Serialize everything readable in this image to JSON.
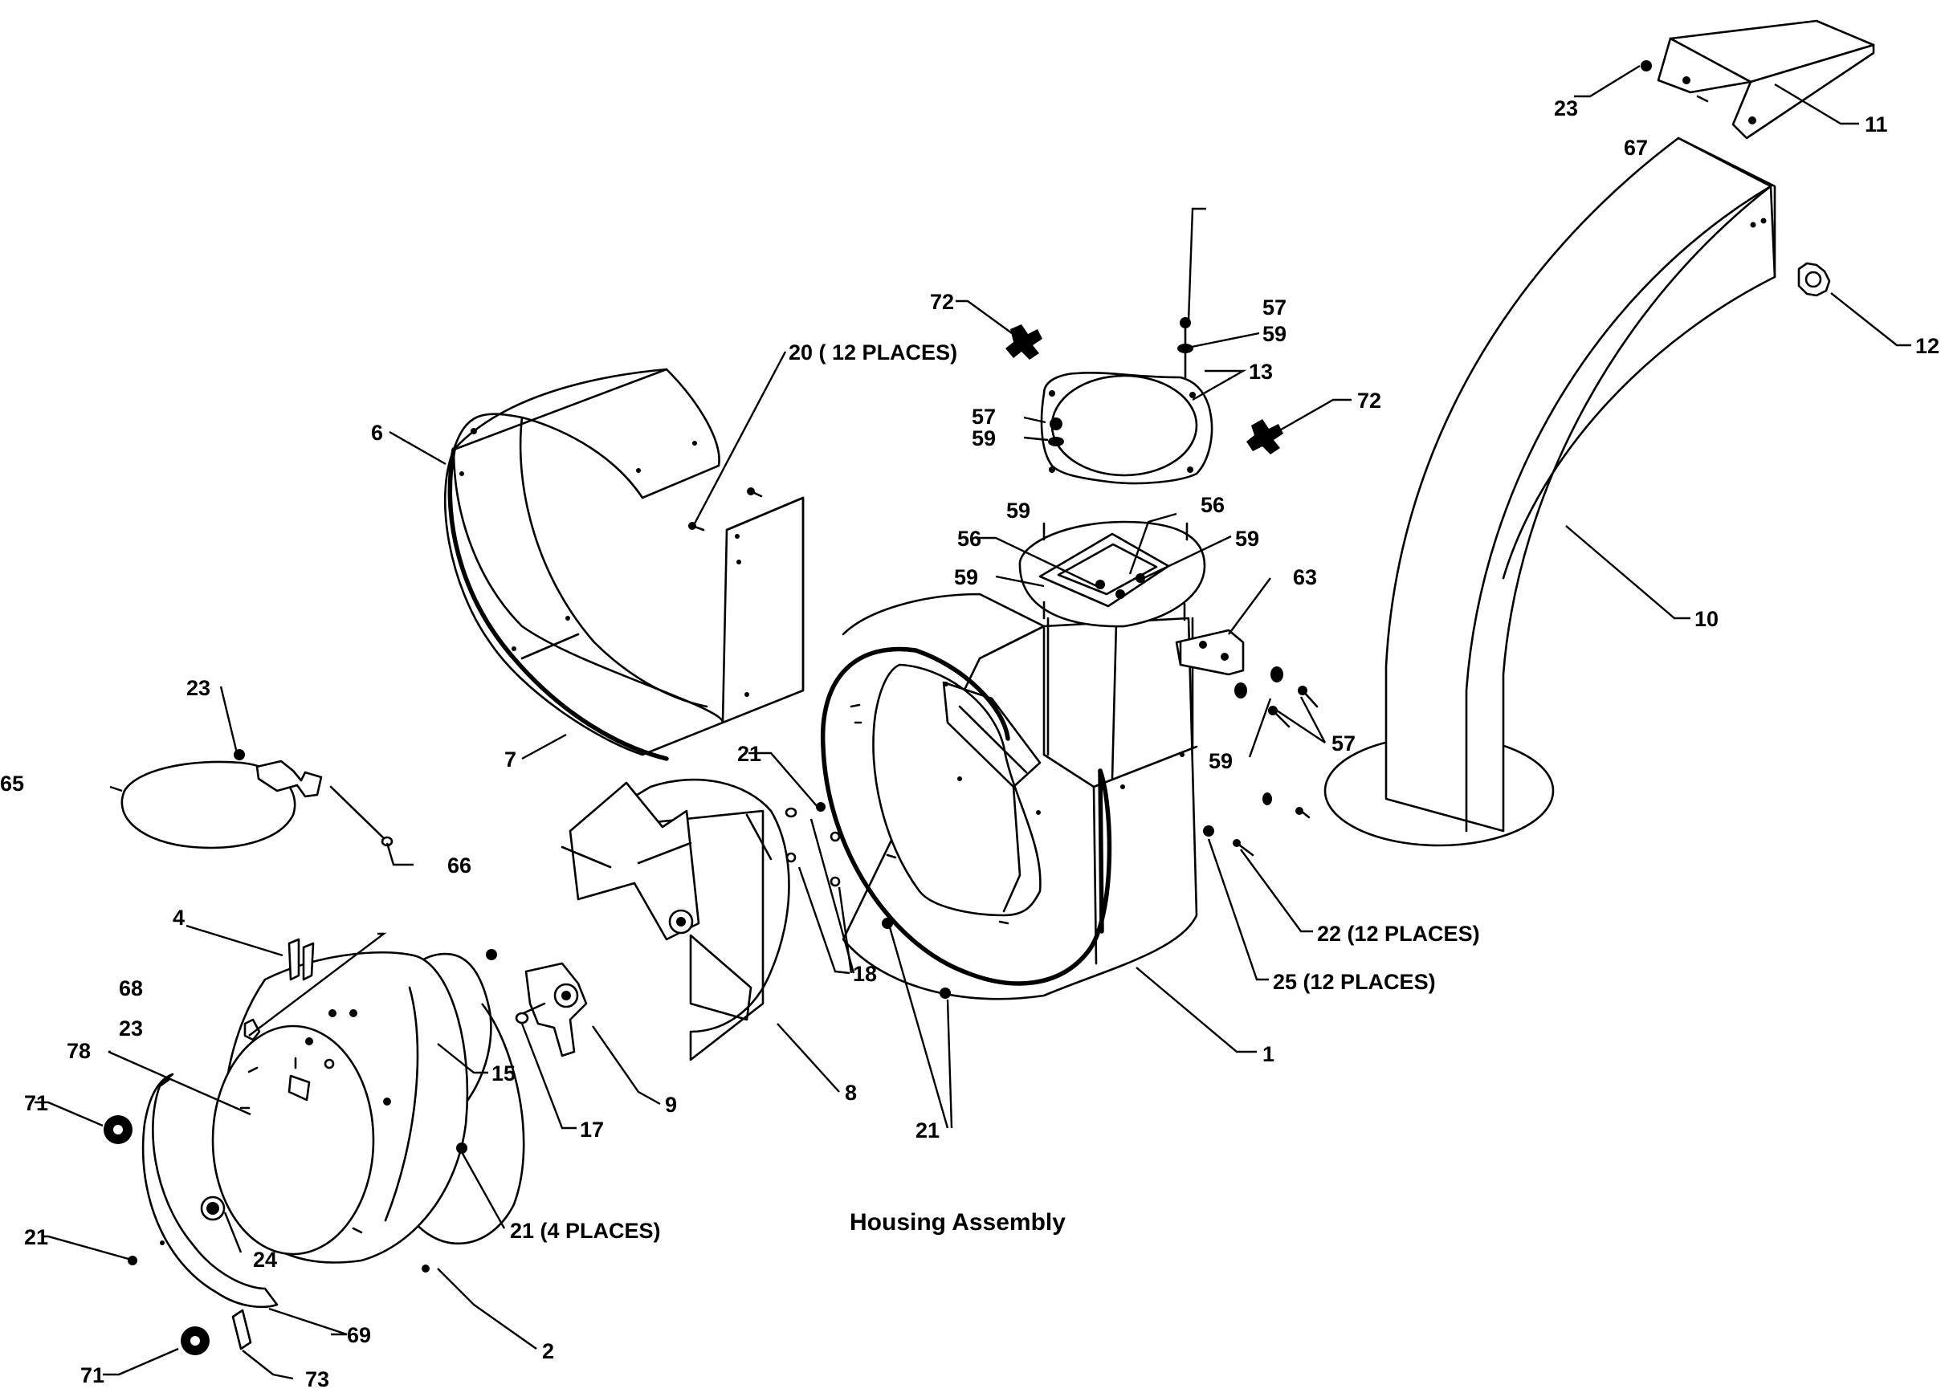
{
  "title": "Housing Assembly",
  "callouts": {
    "c1": "1",
    "c2": "2",
    "c4": "4",
    "c6": "6",
    "c7": "7",
    "c8": "8",
    "c9": "9",
    "c10": "10",
    "c11": "11",
    "c12": "12",
    "c13": "13",
    "c15": "15",
    "c17": "17",
    "c18": "18",
    "c20": "20 ( 12 PLACES)",
    "c21a": "21",
    "c21b": "21",
    "c21c": "21",
    "c21d": "21 (4 PLACES)",
    "c22": "22 (12 PLACES)",
    "c23a": "23",
    "c23b": "23",
    "c23c": "23",
    "c24": "24",
    "c25": "25 (12 PLACES)",
    "c56a": "56",
    "c56b": "56",
    "c57a": "57",
    "c57b": "57",
    "c57c": "57",
    "c59a": "59",
    "c59b": "59",
    "c59c": "59",
    "c59d": "59",
    "c59e": "59",
    "c59f": "59",
    "c63": "63",
    "c65": "65",
    "c66": "66",
    "c67": "67",
    "c68": "68",
    "c69": "69",
    "c71a": "71",
    "c71b": "71",
    "c72a": "72",
    "c72b": "72",
    "c73": "73",
    "c78": "78"
  }
}
